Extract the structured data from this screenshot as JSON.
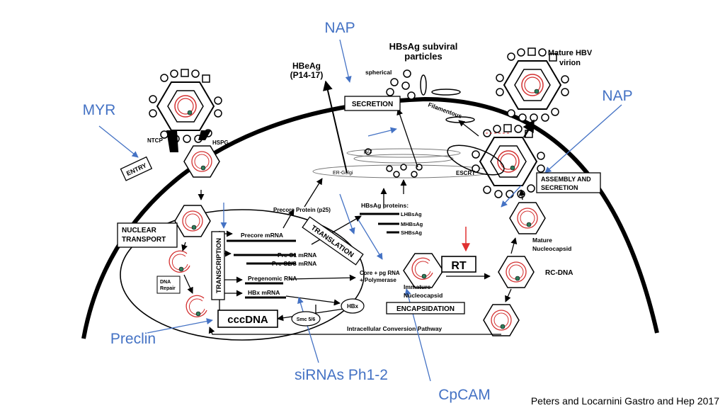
{
  "diagram": {
    "drug_labels": {
      "nap_top": "NAP",
      "nap_right": "NAP",
      "myr": "MYR",
      "preclin": "Preclin",
      "sirnas": "siRNAs Ph1-2",
      "cpcam": "CpCAM"
    },
    "citation": "Peters and Locarnini Gastro and Hep 2017",
    "secreted": {
      "hbsag_subviral_line1": "HBsAg subviral",
      "hbsag_subviral_line2": "particles",
      "spherical": "spherical",
      "filamentous": "Filamentous",
      "hbeag_line1": "HBeAg",
      "hbeag_line2": "(P14-17)",
      "mature_virion_line1": "Mature HBV",
      "mature_virion_line2": "virion"
    },
    "membrane": {
      "ntcp": "NTCP",
      "hspg": "HSPG",
      "p22": "p22",
      "er_golgi": "ER-Golgi",
      "escrt": "ESCRT"
    },
    "boxes": {
      "entry": "ENTRY",
      "secretion": "SECRETION",
      "nuclear_transport_line1": "NUCLEAR",
      "nuclear_transport_line2": "TRANSPORT",
      "translation": "TRANSLATION",
      "transcription": "TRANSCRIPTION",
      "assembly_line1": "ASSEMBLY AND",
      "assembly_line2": "SECRETION",
      "rt": "RT",
      "encapsidation": "ENCAPSIDATION",
      "cccdna": "cccDNA",
      "dna_repair_line1": "DNA",
      "dna_repair_line2": "Repair"
    },
    "rnas": {
      "precore_mrna": "Precore mRNA",
      "pres1_mrna": "Pre-S1 mRNA",
      "pres2_mrna": "Pre-S2/S mRNA",
      "pregenomic_rna": "Pregenomic RNA",
      "hbx_mrna": "HBx mRNA"
    },
    "proteins": {
      "precore_protein": "Precore Protein (p25)",
      "hbsag_proteins": "HBsAg proteins:",
      "lhbsag": "LHBsAg",
      "mhbsag": "MHBsAg",
      "shbsag": "SHBsAg",
      "hbx": "HBx",
      "smc": "Smc 5/6",
      "core_pg_line1": "Core + pg RNA",
      "core_pg_line2": "+ Polymerase",
      "immature_line1": "Immature",
      "immature_line2": "Nucleocapsid",
      "mature_nc_line1": "Mature",
      "mature_nc_line2": "Nucleocapsid",
      "rc_dna": "RC-DNA",
      "intracellular": "Intracellular Conversion Pathway"
    }
  }
}
